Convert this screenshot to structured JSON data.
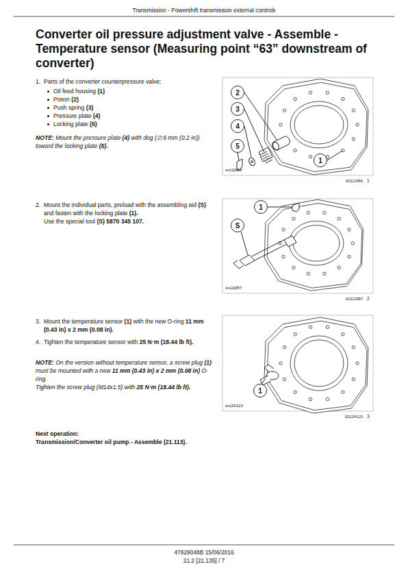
{
  "diagram": {
    "title": "Converter oil pressure adjustment valve - Assemble - Temperature sensor (Measuring point “63” downstream of converter)",
    "nodes": [
      {
        "text": [
          "2"
        ]
      },
      {
        "text": [
          "3"
        ]
      },
      {
        "text": [
          "4"
        ]
      },
      {
        "text": [
          "5"
        ]
      },
      {
        "text": [
          "1"
        ]
      },
      {
        "text": [
          "1"
        ]
      },
      {
        "text": [
          "S"
        ]
      },
      {
        "text": [
          "1"
        ]
      }
    ],
    "labels": [
      "Transmission - Powershift transmission external controls",
      "1.",
      "Parts of the converter counterpressure valve:",
      "Oil feed housing",
      "(1)",
      "Piston",
      "(2)",
      "Push spring",
      "(3)",
      "Pressure plate",
      "(4)",
      "Locking plate",
      "(5)",
      "NOTE:",
      "Mount the pressure plate",
      "(4)",
      "with dog (∅ 6 mm (0.2 in)) toward the locking plate",
      "(5).",
      "ss12j086",
      "SS12J086",
      "1",
      "2.",
      "Mount the individual parts, preload with the assembling aid",
      "(S)",
      "and fasten with the locking plate",
      "(1).",
      "Use the special tool",
      "(S) 5870 345 107.",
      "ss12j087",
      "SS12J087",
      "2",
      "3.",
      "Mount the temperature sensor",
      "(1)",
      "with the new O-ring",
      "11 mm (0.43 in) x 2 mm (0.08 in).",
      "4.",
      "Tighten the temperature sensor with",
      "25 N·m (18.44 lb ft).",
      "NOTE:",
      "On the version without temperature sensor, a screw plug",
      "(1)",
      "must be mounted with a new",
      "11 mm (0.43 in) x 2 mm (0.08 in)",
      "O-ring.",
      "Tighten the screw plug (M14x1.5) with",
      "25 N·m (18.44 lb ft).",
      "ss12h123",
      "SS12H123",
      "3",
      "Next operation:",
      "Transmission/Converter oil pump - Assemble (21.113).",
      "47829048B 15/06/2016",
      "21.2 [21.135] / 7"
    ]
  }
}
